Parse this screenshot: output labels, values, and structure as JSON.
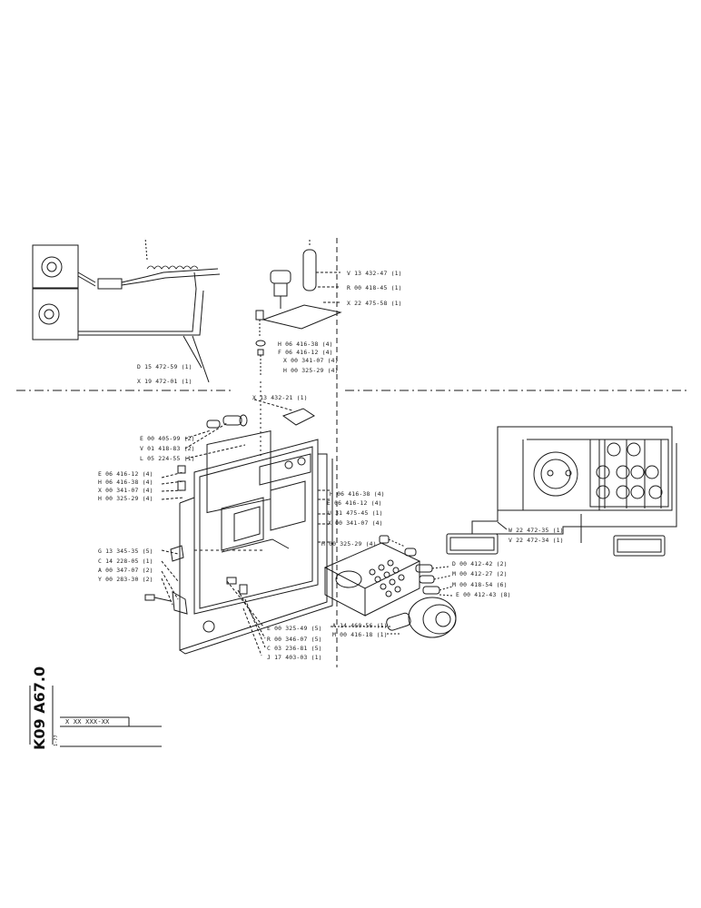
{
  "diagram": {
    "part_labels": {
      "v13_432_47": "V 13 432-47 (1)",
      "r00_418_45": "R 00 418-45 (1)",
      "x22_475_58": "X 22 475-58 (1)",
      "h06_416_38_top": "H 06 416-38 (4)",
      "f06_416_12": "F 06 416-12 (4)",
      "x00_341_07_top": "X 00 341-07 (4)",
      "h00_325_29_top": "H 00 325-29 (4)",
      "d15_472_59": "D 15 472-59 (1)",
      "x19_472_01": "X 19 472-01 (1)",
      "x13_432_21": "X 13 432-21 (1)",
      "e00_405_99": "E 00 405-99 (2)",
      "v01_418_83": "V 01 418-83 (2)",
      "l05_224_55": "L 05 224-55 (1)",
      "e06_416_12": "E 06 416-12 (4)",
      "h06_416_38_left": "H 06 416-38 (4)",
      "x00_341_07_left": "X 00 341-07 (4)",
      "h00_325_29_left": "H 00 325-29 (4)",
      "h06_416_38_right": "H 06 416-38 (4)",
      "e06_416_12_right": "E 06 416-12 (4)",
      "u31_475_45": "U 31 475-45 (1)",
      "x00_341_07_right": "X 00 341-07 (4)",
      "h00_325_29_right": "H 00 325-29 (4)",
      "g13_345_35": "G 13 345-35 (5)",
      "c14_228_05": "C 14 228-05 (1)",
      "a00_347_07": "A 00 347-07 (2)",
      "y00_283_30": "Y 00 283-30 (2)",
      "d00_412_42": "D 00 412-42 (2)",
      "m00_412_27": "M 00 412-27 (2)",
      "m00_418_54": "M 00 418-54 (6)",
      "e00_412_43": "E 00 412-43 (8)",
      "a14_460_56": "A 14 460-56 (1)",
      "m00_416_18": "M 00 416-18 (1)",
      "e00_325_49": "E 00 325-49 (5)",
      "r00_346_07": "R 00 346-07 (5)",
      "c03_236_81": "C 03 236-81 (5)",
      "j17_403_03": "J 17 403-03 (1)",
      "w22_472_35": "W 22 472-35 (1)",
      "v22_472_34": "V 22 472-34 (1)"
    },
    "title_block": {
      "sheet_code": "K09  A67.0",
      "part_placeholder": "X XX XXX-XX",
      "small_note": "1-77"
    }
  },
  "colors": {
    "ink": "#1a1a1a",
    "paper": "#ffffff"
  }
}
